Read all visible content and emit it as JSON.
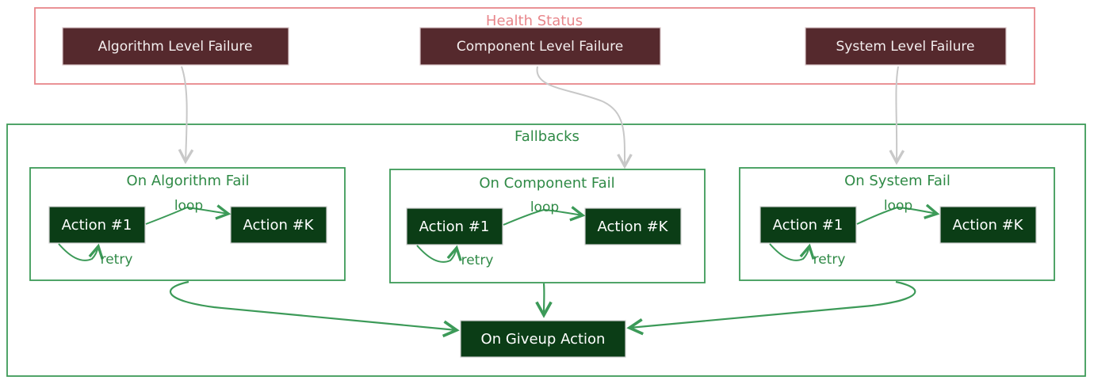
{
  "health_status": {
    "title": "Health Status",
    "failures": [
      {
        "label": "Algorithm Level Failure"
      },
      {
        "label": "Component Level Failure"
      },
      {
        "label": "System Level Failure"
      }
    ]
  },
  "fallbacks": {
    "title": "Fallbacks",
    "groups": [
      {
        "title": "On Algorithm Fail",
        "action_first": "Action #1",
        "action_last": "Action #K",
        "loop_label": "loop",
        "retry_label": "retry"
      },
      {
        "title": "On Component Fail",
        "action_first": "Action #1",
        "action_last": "Action #K",
        "loop_label": "loop",
        "retry_label": "retry"
      },
      {
        "title": "On System Fail",
        "action_first": "Action #1",
        "action_last": "Action #K",
        "loop_label": "loop",
        "retry_label": "retry"
      }
    ],
    "giveup_action": "On Giveup Action"
  },
  "colors": {
    "health_border": "#e8868b",
    "health_title": "#e8868b",
    "failure_fill": "#55292d",
    "fallback_border": "#3c9a58",
    "fallback_text": "#2f8a46",
    "node_fill": "#0b3d16",
    "arrow_gray": "#c8c8c8",
    "arrow_green": "#3c9a58"
  }
}
